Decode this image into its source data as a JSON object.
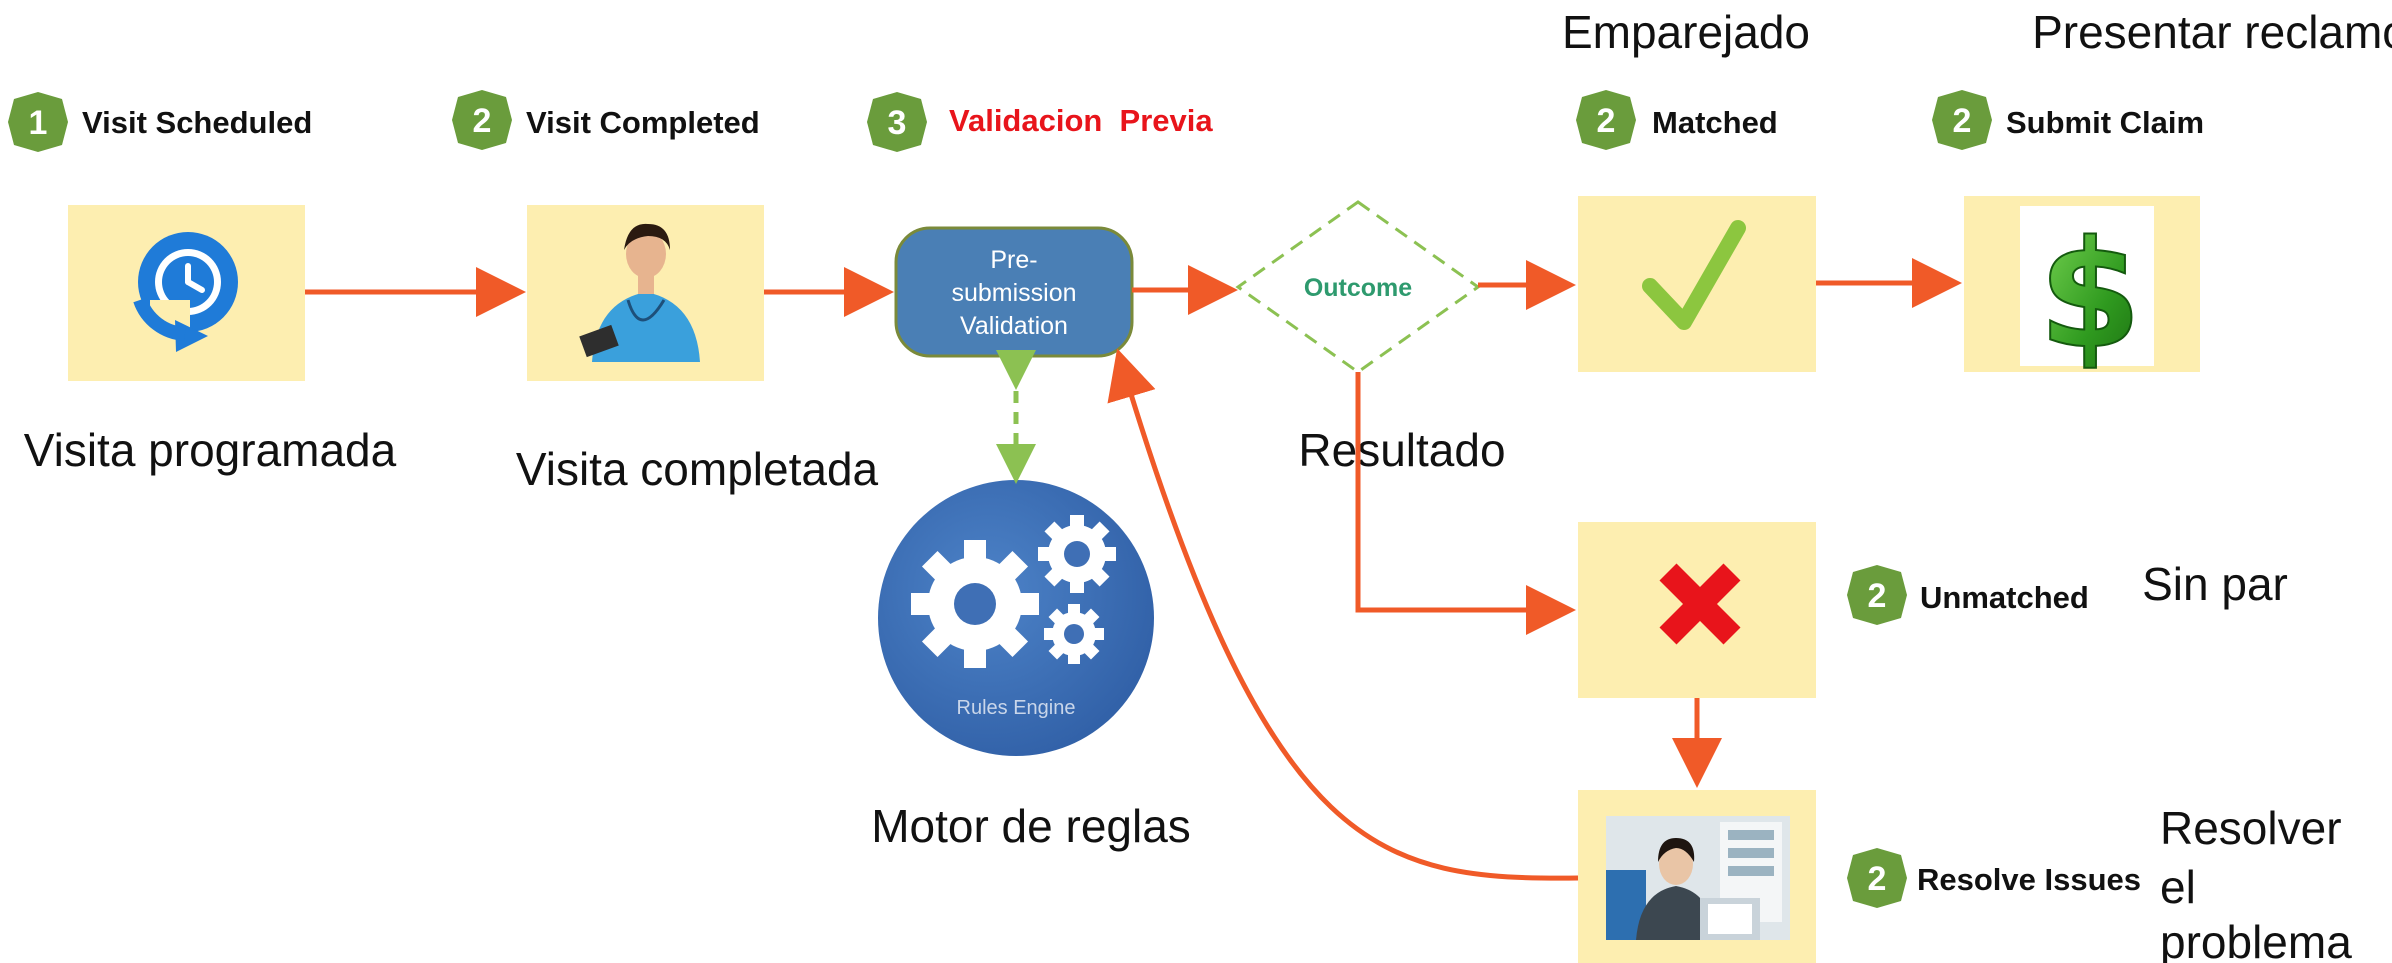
{
  "steps": {
    "visit_scheduled": {
      "number": "1",
      "label": "Visit Scheduled",
      "caption": "Visita programada"
    },
    "visit_completed": {
      "number": "2",
      "label": "Visit Completed",
      "caption": "Visita completada"
    },
    "validation": {
      "number": "3",
      "label": "Validacion  Previa",
      "process_line1": "Pre-",
      "process_line2": "submission",
      "process_line3": "Validation"
    },
    "outcome": {
      "label": "Outcome",
      "caption": "Resultado"
    },
    "matched": {
      "number": "2",
      "label": "Matched",
      "caption": "Emparejado"
    },
    "submit_claim": {
      "number": "2",
      "label": "Submit Claim",
      "caption": "Presentar reclamo"
    },
    "unmatched": {
      "number": "2",
      "label": "Unmatched",
      "caption": "Sin par"
    },
    "resolve_issues": {
      "number": "2",
      "label": "Resolve Issues",
      "caption_line1": "Resolver",
      "caption_line2": "el",
      "caption_line3": "problema"
    },
    "rules_engine": {
      "label": "Rules Engine",
      "caption": "Motor de reglas"
    }
  },
  "colors": {
    "badge": "#6a9c3c",
    "panel": "#fdeeb0",
    "arrow": "#f05a28",
    "process_box": "#4a7fb5",
    "validation_label": "#e8141b",
    "outcome_text": "#2e9a6e",
    "dashed_line": "#8cc152",
    "check": "#8cc63f",
    "cross": "#e8141b",
    "rules_circle": "#3f6fb5"
  },
  "icons": [
    "clock-icon",
    "nurse-photo",
    "check-icon",
    "dollar-icon",
    "cross-icon",
    "office-worker-photo",
    "gears-icon"
  ]
}
